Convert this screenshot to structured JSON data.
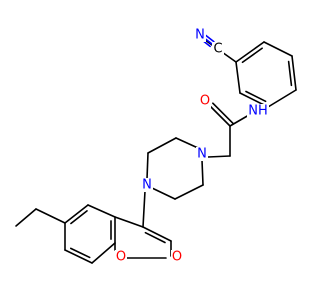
{
  "colors": {
    "bond": "#000000",
    "nitrogen": "#0000ff",
    "oxygen": "#ff0000",
    "carbon": "#000000"
  },
  "atoms": {
    "nitrile_n": "N",
    "nitrile_c": "C",
    "amide_nh": "NH",
    "amide_o": "O",
    "piperazine_n1": "N",
    "piperazine_n2": "N",
    "lactone_ring_o": "O",
    "carbonyl_o": "O"
  }
}
